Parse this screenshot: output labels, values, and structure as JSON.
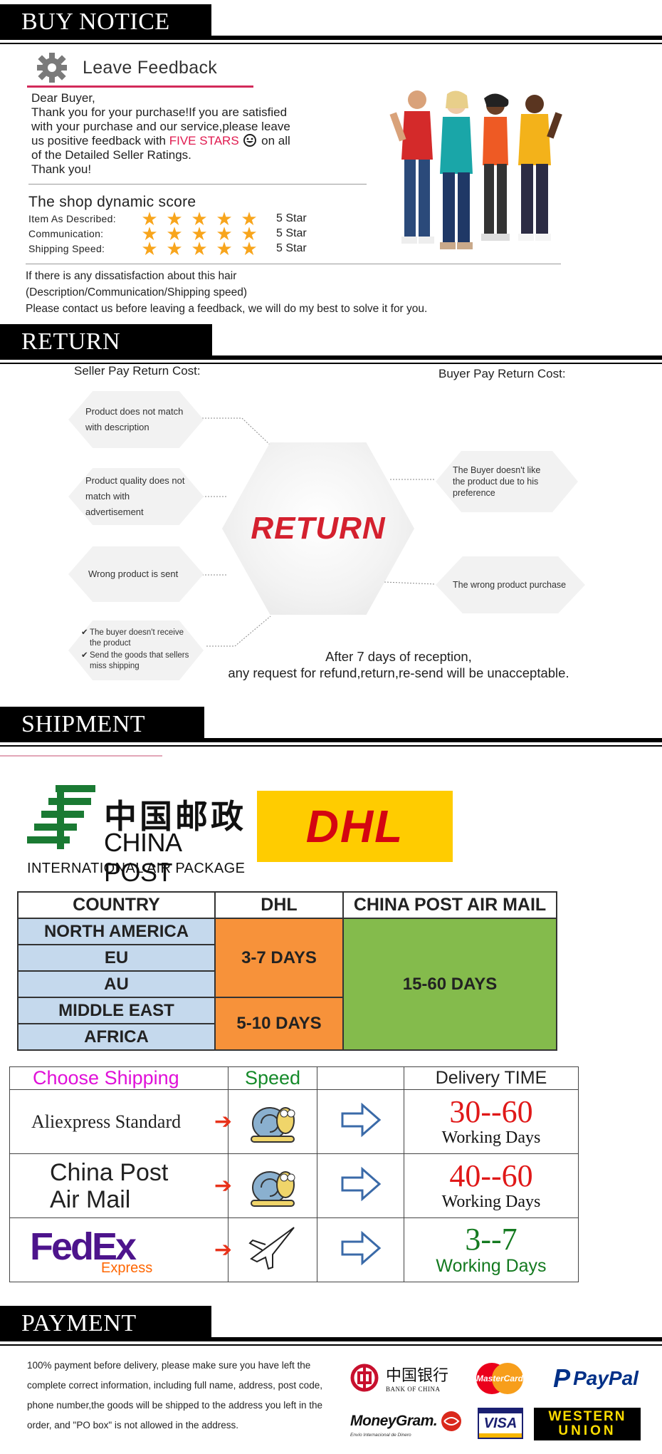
{
  "buy_notice": {
    "title": "BUY NOTICE",
    "feedback_title": "Leave Feedback",
    "dear_lines": [
      "Dear Buyer,",
      "Thank you for your purchase!If you are satisfied",
      "with your purchase and our service,please leave",
      "us positive feedback with",
      "FIVE STARS",
      "on all",
      "of the Detailed Seller Ratings.",
      "Thank you!"
    ],
    "score_title": "The shop dynamic score",
    "scores": [
      {
        "label": "Item As Described:",
        "value": "5 Star",
        "stars": 5
      },
      {
        "label": "Communication:",
        "value": "5 Star",
        "stars": 5
      },
      {
        "label": "Shipping Speed:",
        "value": "5 Star",
        "stars": 5
      }
    ],
    "dissatisfaction": [
      "If there is any dissatisfaction about this hair",
      "(Description/Communication/Shipping speed)",
      "Please contact us before leaving a feedback, we will do my best to solve it for you."
    ]
  },
  "return": {
    "title": "RETURN",
    "seller_label": "Seller Pay Return Cost:",
    "buyer_label": "Buyer Pay Return Cost:",
    "center": "RETURN",
    "seller_items": [
      "Product does not match with description",
      "Product quality does not match with advertisement",
      "Wrong product is sent"
    ],
    "check_items": [
      "The buyer doesn't receive the product",
      "Send the goods that sellers miss shipping"
    ],
    "buyer_items": [
      "The Buyer doesn't like the product due to his preference",
      "The wrong product purchase"
    ],
    "after_lines": [
      "After 7 days of reception,",
      "any request for refund,return,re-send will be unacceptable."
    ]
  },
  "shipment": {
    "title": "SHIPMENT",
    "china_post_cn": "中国邮政",
    "china_post_en": "CHINA POST",
    "china_post_intl": "INTERNATIONAL AIR PACKAGE",
    "dhl_logo": "DHL",
    "table1": {
      "headers": [
        "COUNTRY",
        "DHL",
        "CHINA POST AIR MAIL"
      ],
      "countries": [
        "NORTH AMERICA",
        "EU",
        "AU",
        "MIDDLE EAST",
        "AFRICA"
      ],
      "dhl_groups": [
        "3-7 DAYS",
        "5-10 DAYS"
      ],
      "china_post": "15-60 DAYS"
    },
    "table2": {
      "headers": [
        "Choose Shipping",
        "Speed",
        "",
        "Delivery TIME"
      ],
      "rows": [
        {
          "name": "Aliexpress Standard",
          "days": "30--60",
          "unit": "Working Days",
          "color": "#e01818"
        },
        {
          "name_lines": [
            "China Post",
            "Air Mail"
          ],
          "days": "40--60",
          "unit": "Working Days",
          "color": "#e01818"
        },
        {
          "fedex_main": "FedEx",
          "fedex_sub": "Express",
          "days": "3--7",
          "unit": "Working Days",
          "color": "#147a20"
        }
      ]
    }
  },
  "payment": {
    "title": "PAYMENT",
    "text": "100% payment before delivery, please make sure you have left the complete correct information, including full name, address, post code, phone number,the goods will be shipped to the address you left in the order, and \"PO box\" is not allowed  in the address.",
    "logos": {
      "boc_cn": "中国银行",
      "boc_en": "BANK OF CHINA",
      "mastercard": "MasterCard",
      "paypal": "PayPal",
      "moneygram": "MoneyGram.",
      "moneygram_sub": "Envío Internacional de Dinero",
      "visa": "VISA",
      "wu_line1": "WESTERN",
      "wu_line2": "UNION"
    }
  }
}
